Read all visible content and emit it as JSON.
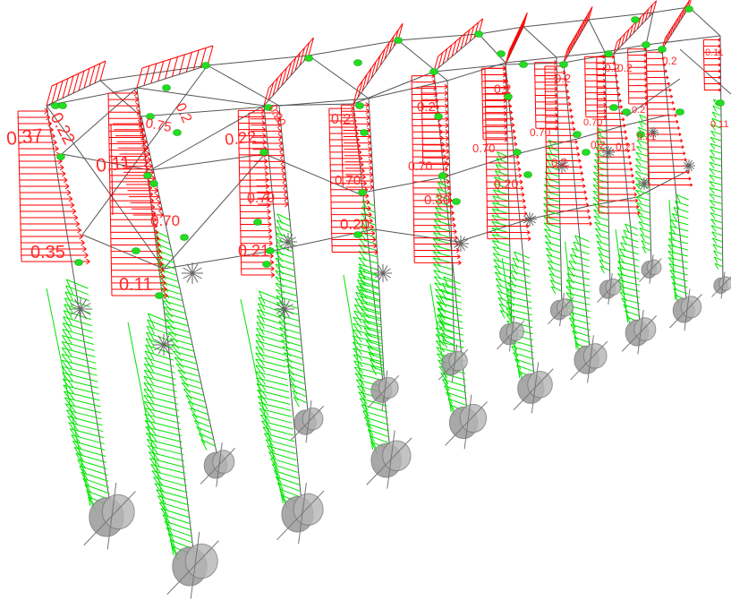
{
  "view": {
    "colors": {
      "background": "#ffffff",
      "frame_member": "#555555",
      "red_load": "#ff0000",
      "green_load": "#00e600",
      "support": "#9a9a9a",
      "node": "#22dd22",
      "label": "#ff2a2a"
    },
    "labels": {
      "l01": "0.37",
      "l02": "0.22",
      "l03": "0.11",
      "l04": "0.35",
      "l05": "0.11",
      "l06": "0.75",
      "l07": "0.70",
      "l08": "0.22",
      "l09": "0.2",
      "l10": "0.70",
      "l11": "0.21",
      "l12": "0.20",
      "l13": "0.2",
      "l14": "0.70",
      "l15": "0.20",
      "l16": "0.2",
      "l17": "0.70",
      "l18": "0.30",
      "l19": "0.2",
      "l20": "0.70",
      "l21": "0.20",
      "l22": "0.2",
      "l23": "0.70",
      "l24": "0.2",
      "l25": "0.2",
      "l26": "0.70",
      "l27": "0.2",
      "l28": "0.21",
      "l29": "0.2",
      "l30": "0.2",
      "l31": "0.21",
      "l32": "0.2",
      "l33": "0.11",
      "l34": "0.11"
    }
  }
}
